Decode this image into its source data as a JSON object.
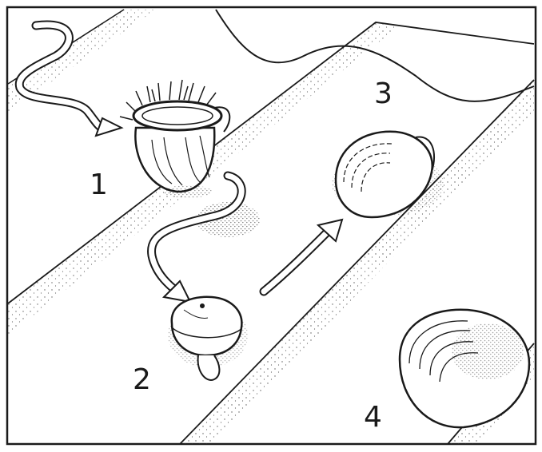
{
  "figure": {
    "description_stages": [
      "1",
      "2",
      "3",
      "4"
    ],
    "ink_color": "#1a1a1a",
    "paper_color": "#ffffff"
  }
}
